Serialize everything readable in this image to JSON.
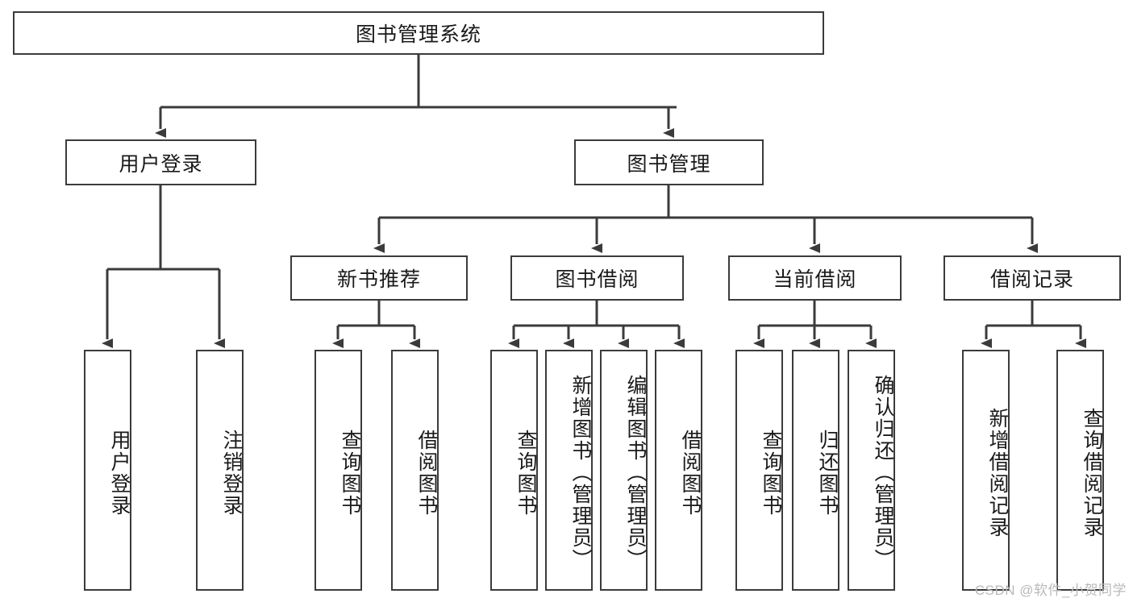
{
  "diagram": {
    "title": "图书管理系统",
    "type": "functional-decomposition-tree",
    "root": {
      "label": "图书管理系统"
    },
    "level1": [
      {
        "label": "用户登录"
      },
      {
        "label": "图书管理"
      }
    ],
    "level2": [
      {
        "label": "新书推荐"
      },
      {
        "label": "图书借阅"
      },
      {
        "label": "当前借阅"
      },
      {
        "label": "借阅记录"
      }
    ],
    "leaves": [
      {
        "label": "用户登录",
        "parent": "用户登录"
      },
      {
        "label": "注销登录",
        "parent": "用户登录"
      },
      {
        "label": "查询图书",
        "parent": "新书推荐"
      },
      {
        "label": "借阅图书",
        "parent": "新书推荐"
      },
      {
        "label": "查询图书",
        "parent": "图书借阅"
      },
      {
        "label": "新增图书（管理员）",
        "parent": "图书借阅"
      },
      {
        "label": "编辑图书（管理员）",
        "parent": "图书借阅"
      },
      {
        "label": "借阅图书",
        "parent": "图书借阅"
      },
      {
        "label": "查询图书",
        "parent": "当前借阅"
      },
      {
        "label": "归还图书",
        "parent": "当前借阅"
      },
      {
        "label": "确认归还（管理员）",
        "parent": "当前借阅"
      },
      {
        "label": "新增借阅记录",
        "parent": "借阅记录"
      },
      {
        "label": "查询借阅记录",
        "parent": "借阅记录"
      }
    ]
  },
  "watermark": {
    "text": "CSDN @软件_小贺同学"
  },
  "colors": {
    "stroke": "#3b3b3b",
    "fill": "#ffffff",
    "text": "#1a1a1a",
    "watermark": "#b9b9b9"
  }
}
